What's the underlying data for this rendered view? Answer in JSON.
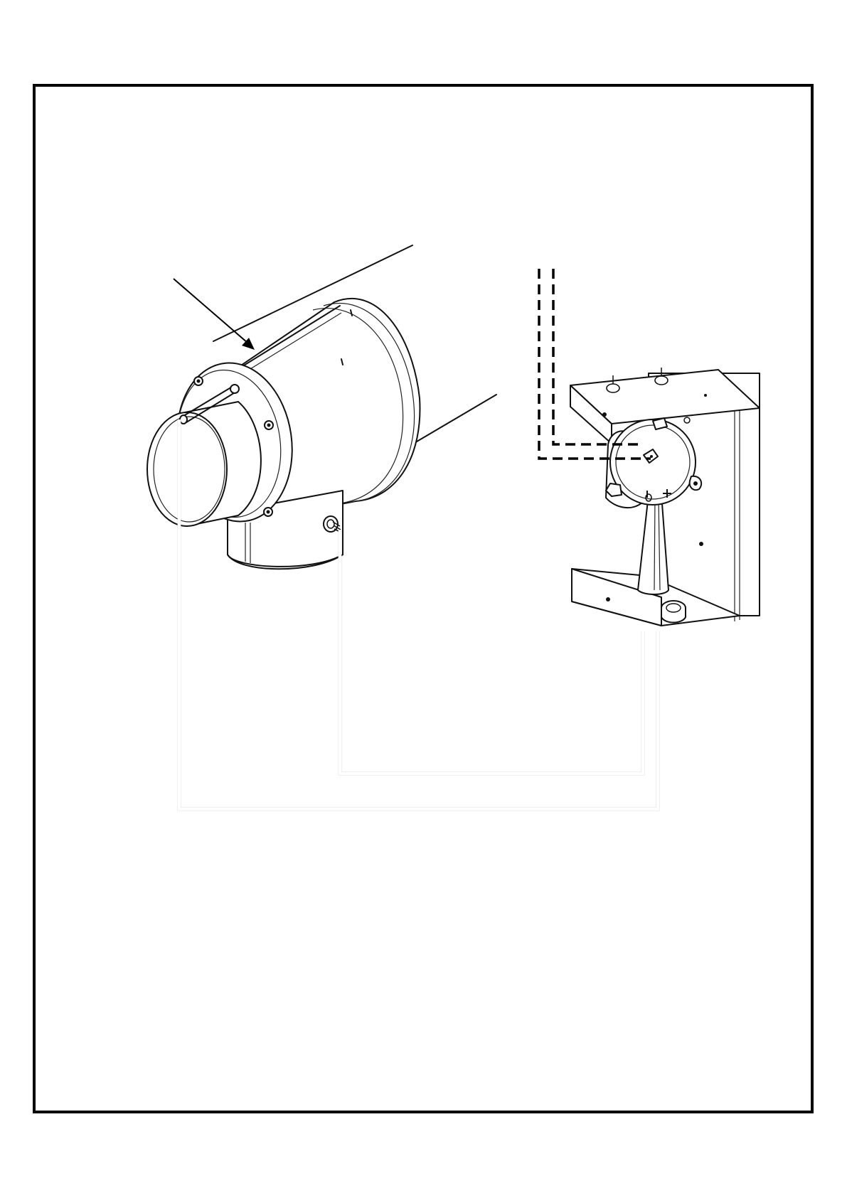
{
  "colors": {
    "frame": "#000000",
    "line": "#111111",
    "wire": "#8c8c8c",
    "dashed_wire": "#000000",
    "fill": "#ffffff"
  },
  "components": [
    {
      "name": "vent-pipe-tee"
    },
    {
      "name": "junction-box"
    },
    {
      "name": "pressure-switch"
    }
  ]
}
